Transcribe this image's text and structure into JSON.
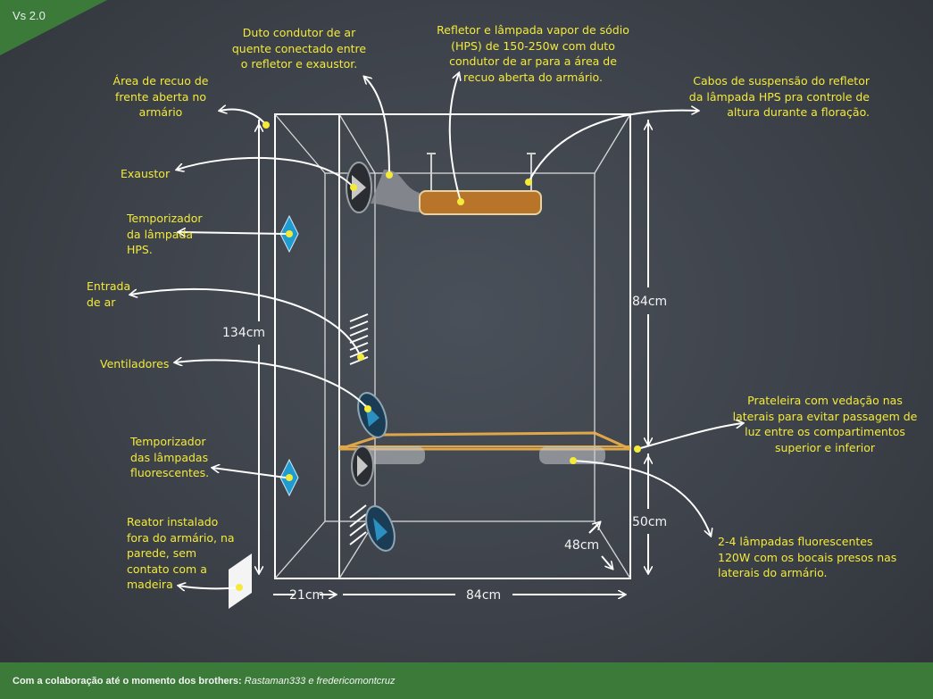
{
  "version": "Vs 2.0",
  "footer": {
    "lead": "Com a colaboração até o momento dos brothers:",
    "names": "Rastaman333 e fredericomontcruz"
  },
  "labels": {
    "area_recuo": "Área de recuo de\nfrente aberta no\narmário",
    "duto": "Duto condutor de ar\nquente conectado entre\no refletor e exaustor.",
    "refletor": "Refletor e lâmpada vapor de sódio\n(HPS) de 150-250w com duto\ncondutor de ar para a área de\nrecuo aberta do armário.",
    "cabos": "Cabos de suspensão do refletor\nda lâmpada HPS pra controle de\naltura durante a floração.",
    "exaustor": "Exaustor",
    "temp_hps": "Temporizador\nda lâmpada\nHPS.",
    "entrada_ar": "Entrada\nde ar",
    "ventiladores": "Ventiladores",
    "prateleira": "Prateleira com vedação nas\nlaterais para evitar passagem de\nluz entre os compartimentos\nsuperior e inferior",
    "temp_fluor": "Temporizador\ndas lâmpadas\nfluorescentes.",
    "fluorescentes": "2-4 lâmpadas fluorescentes\n120W com os bocais presos nas\nlaterais do armário.",
    "reator": "Reator instalado\nfora do armário, na\nparede, sem\ncontato com a\nmadeira"
  },
  "dimensions": {
    "total_height": "134cm",
    "upper_height": "84cm",
    "lower_height": "50cm",
    "depth_front": "21cm",
    "width": "84cm",
    "depth": "48cm"
  },
  "colors": {
    "label": "#f3ea3a",
    "lines": "#ffffff",
    "shelf": "#f0b24a",
    "hps_lamp": "#b8752a",
    "timer": "#1f9bd1",
    "footer_bg": "#3c7a3a"
  }
}
